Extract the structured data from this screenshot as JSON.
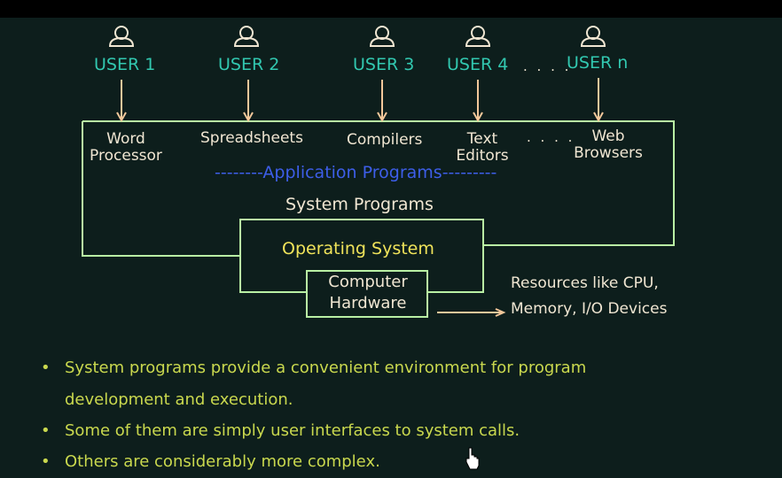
{
  "users": [
    {
      "label": "USER 1",
      "icon": "user-icon"
    },
    {
      "label": "USER 2",
      "icon": "user-icon"
    },
    {
      "label": "USER 3",
      "icon": "user-icon"
    },
    {
      "label": "USER 4",
      "icon": "user-icon"
    },
    {
      "label": "USER n",
      "icon": "user-icon"
    }
  ],
  "users_ellipsis": ". . . .",
  "apps": {
    "word_processor": {
      "line1": "Word",
      "line2": "Processor"
    },
    "spreadsheets": "Spreadsheets",
    "compilers": "Compilers",
    "text_editors": {
      "line1": "Text",
      "line2": "Editors"
    },
    "ellipsis": ". . . .",
    "web_browsers": {
      "line1": "Web",
      "line2": "Browsers"
    }
  },
  "layers": {
    "application_programs": "--------Application Programs---------",
    "system_programs": "System Programs",
    "operating_system": "Operating System",
    "computer_hardware": {
      "line1": "Computer",
      "line2": "Hardware"
    },
    "resources": {
      "line1": "Resources like CPU,",
      "line2": "Memory, I/O Devices"
    }
  },
  "bullets": [
    {
      "line1": "System programs provide a convenient environment for program",
      "line2": "development and execution."
    },
    {
      "line1": "Some of them are simply user interfaces to system calls."
    },
    {
      "line1": "Others are considerably more complex."
    }
  ],
  "bullet_char": "•",
  "colors": {
    "background": "#0d1e1c",
    "user_teal": "#32c8b0",
    "box_green": "#b9f0a4",
    "arrow_orange": "#f2c79a",
    "os_yellow": "#f0e35a",
    "apps_blue": "#3d5ee8",
    "bullet_green": "#c9d84e"
  }
}
